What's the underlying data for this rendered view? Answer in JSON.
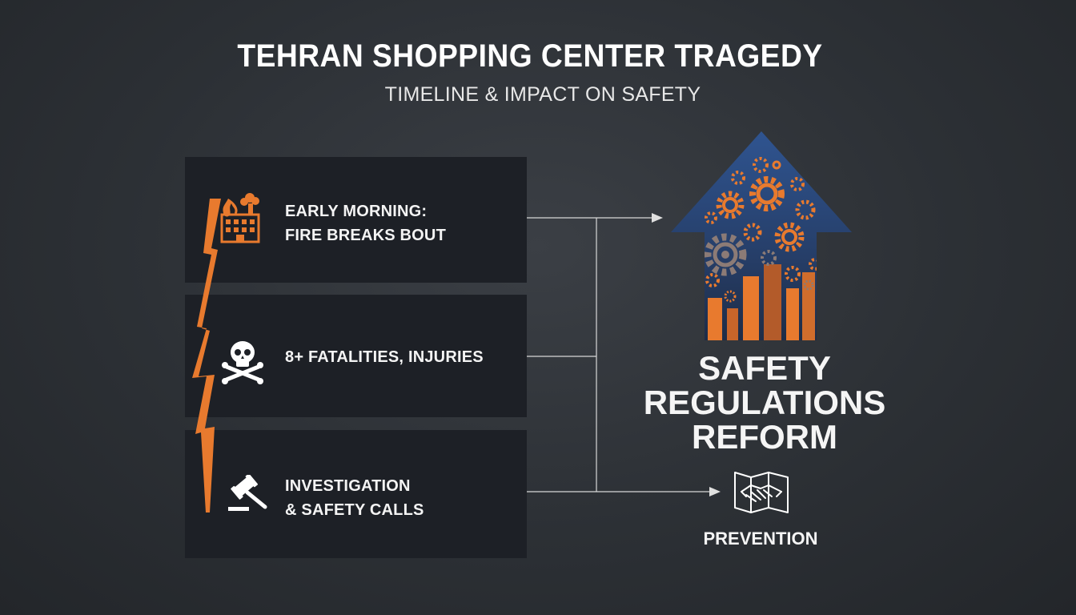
{
  "header": {
    "title": "TEHRAN SHOPPING CENTER TRAGEDY",
    "subtitle": "TIMELINE & IMPACT ON SAFETY"
  },
  "timeline": [
    {
      "line1": "EARLY MORNING:",
      "line2": "FIRE BREAKS BOUT",
      "icon": "burning-building-icon"
    },
    {
      "line1": "8+ FATALITIES, INJURIES",
      "line2": "",
      "icon": "skull-crossbones-icon"
    },
    {
      "line1": "INVESTIGATION",
      "line2": "& SAFETY CALLS",
      "icon": "gavel-icon"
    }
  ],
  "outcome": {
    "heading_line1": "SAFETY",
    "heading_line2": "REGULATIONS",
    "heading_line3": "REFORM",
    "prevention_label": "PREVENTION",
    "arrow_icon": "gears-arrow-icon",
    "prevention_icon": "handshake-icon"
  },
  "colors": {
    "accent_orange": "#e87a2e",
    "arrow_blue": "#2c4a7e",
    "panel_bg": "#1d2026",
    "connector": "#d8d8d8"
  }
}
